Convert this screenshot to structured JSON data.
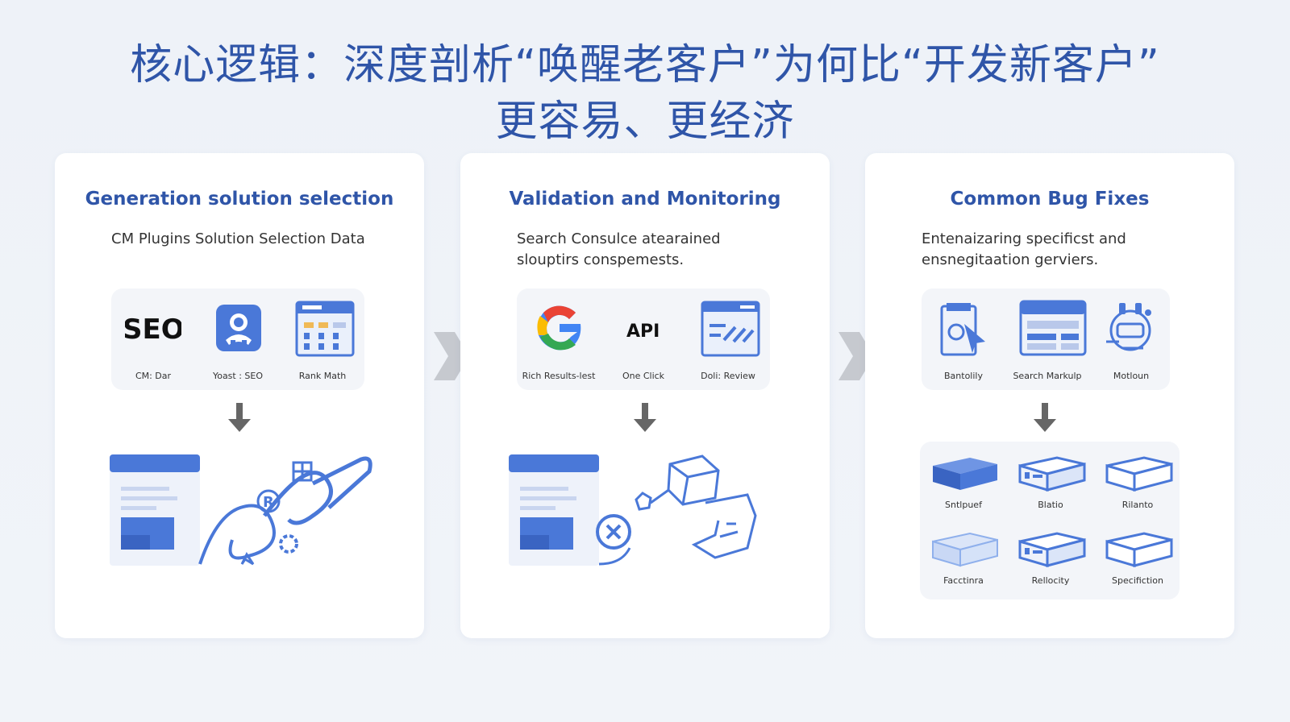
{
  "title": {
    "line1": "核心逻辑：深度剖析“唤醒老客户”为何比“开发新客户”",
    "line2": "更容易、更经济"
  },
  "panels": [
    {
      "title": "Generation solution selection",
      "description": "CM Plugins Solution Selection Data",
      "icons": [
        {
          "label": "CM: Dar",
          "icon": "seo-logo-icon",
          "text": "SEO"
        },
        {
          "label": "Yoast : SEO",
          "icon": "yoast-plugin-icon"
        },
        {
          "label": "Rank Math",
          "icon": "rank-math-dashboard-icon"
        }
      ]
    },
    {
      "title": "Validation and Monitoring",
      "description": "Search Consulce atearained slouptirs conspemests.",
      "icons": [
        {
          "label": "Rich Results-lest",
          "icon": "google-logo-icon"
        },
        {
          "label": "One Click",
          "icon": "api-icon",
          "text": "API"
        },
        {
          "label": "Doli: Review",
          "icon": "review-window-icon"
        }
      ]
    },
    {
      "title": "Common Bug Fixes",
      "description": "Entenaizaring specificst and ensnegitaation gerviers.",
      "icons": [
        {
          "label": "Bantolily",
          "icon": "document-cursor-icon"
        },
        {
          "label": "Search Markulp",
          "icon": "search-markup-icon"
        },
        {
          "label": "Motloun",
          "icon": "robot-gear-icon"
        }
      ],
      "fixes": [
        {
          "label": "Sntlpuef",
          "icon": "solid-box-icon"
        },
        {
          "label": "Blatio",
          "icon": "labeled-box-icon"
        },
        {
          "label": "Rilanto",
          "icon": "outline-box-icon"
        },
        {
          "label": "Facctinra",
          "icon": "light-box-icon"
        },
        {
          "label": "Rellocity",
          "icon": "labeled-box-icon"
        },
        {
          "label": "Specifiction",
          "icon": "outline-box-icon"
        }
      ]
    }
  ],
  "colors": {
    "accent": "#2f55a8",
    "icon_blue": "#4a78d8",
    "chevron": "#c6c9cf",
    "arrow": "#666666"
  }
}
